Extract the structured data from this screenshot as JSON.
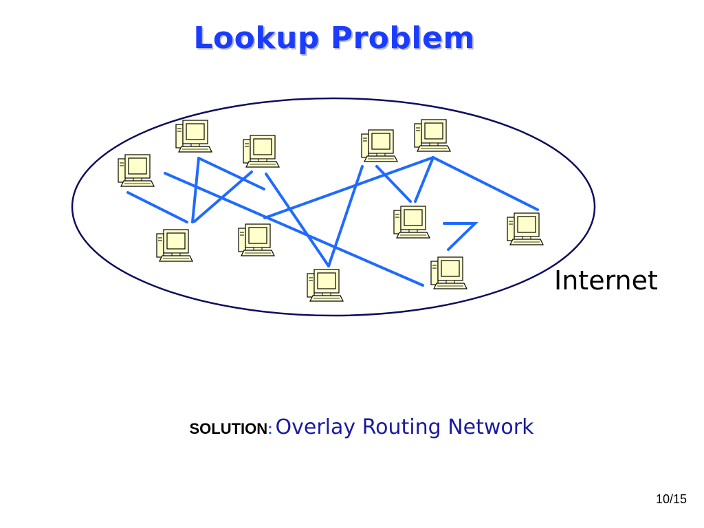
{
  "slide": {
    "title": "Lookup Problem",
    "network_label": "Internet",
    "solution_label": "SOLUTION",
    "solution_separator": ":",
    "solution_text": "Overlay Routing Network",
    "page_number": "10/15"
  },
  "colors": {
    "title": "#1a3cff",
    "overlay_links": "#1f6bff",
    "ellipse_outline": "#0d0d5e",
    "computer_body": "#ffffcc",
    "solution_text": "#1a1aa0"
  },
  "icons": {
    "node": "desktop-computer-icon"
  }
}
